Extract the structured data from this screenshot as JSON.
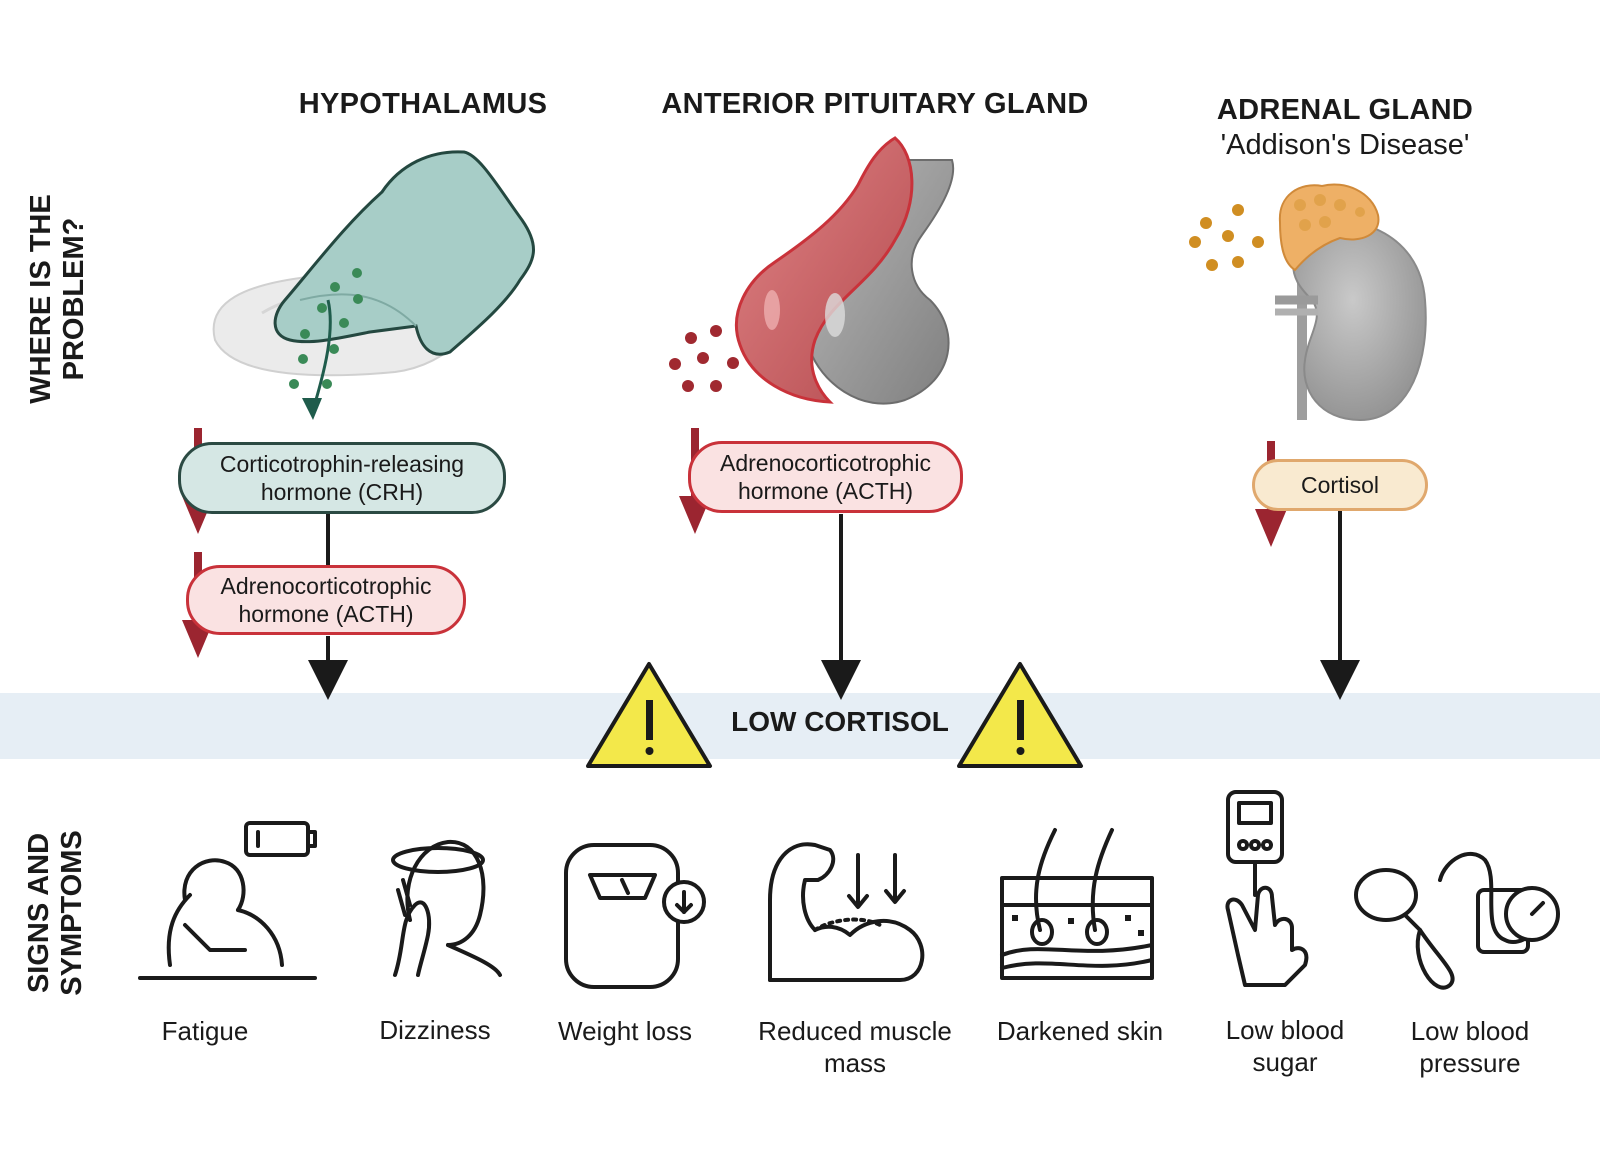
{
  "columns": {
    "hypothalamus": {
      "title": "HYPOTHALAMUS"
    },
    "pituitary": {
      "title": "ANTERIOR PITUITARY GLAND"
    },
    "adrenal": {
      "title": "ADRENAL GLAND",
      "subtitle": "'Addison's Disease'"
    }
  },
  "side_labels": {
    "problem_line1": "WHERE IS THE",
    "problem_line2": "PROBLEM?",
    "symptoms_line1": "SIGNS AND",
    "symptoms_line2": "SYMPTOMS"
  },
  "hormones": {
    "crh": {
      "line1": "Corticotrophin-releasing",
      "line2": "hormone (CRH)"
    },
    "acth_secondary": {
      "line1": "Adrenocorticotrophic",
      "line2": "hormone (ACTH)"
    },
    "acth_pituitary": {
      "line1": "Adrenocorticotrophic",
      "line2": "hormone (ACTH)"
    },
    "cortisol": {
      "label": "Cortisol"
    }
  },
  "outcome": {
    "label": "LOW CORTISOL"
  },
  "symptoms": [
    {
      "line1": "Fatigue",
      "line2": "",
      "icon": "tired-person-battery-icon"
    },
    {
      "line1": "Dizziness",
      "line2": "",
      "icon": "dizzy-head-icon"
    },
    {
      "line1": "Weight loss",
      "line2": "",
      "icon": "scale-icon"
    },
    {
      "line1": "Reduced muscle",
      "line2": "mass",
      "icon": "muscle-arm-icon"
    },
    {
      "line1": "Darkened skin",
      "line2": "",
      "icon": "skin-layers-icon"
    },
    {
      "line1": "Low blood",
      "line2": "sugar",
      "icon": "glucometer-icon"
    },
    {
      "line1": "Low blood",
      "line2": "pressure",
      "icon": "blood-pressure-cuff-icon"
    }
  ],
  "colors": {
    "decrease_arrow": "#9b2530",
    "flow_arrow": "#1a1a1a",
    "band": "#e6eef5",
    "warning": "#f3e84a",
    "hypothalamus": "#9ecbc5",
    "pituitary_red": "#c9323a",
    "adrenal_orange": "#e8a040"
  }
}
